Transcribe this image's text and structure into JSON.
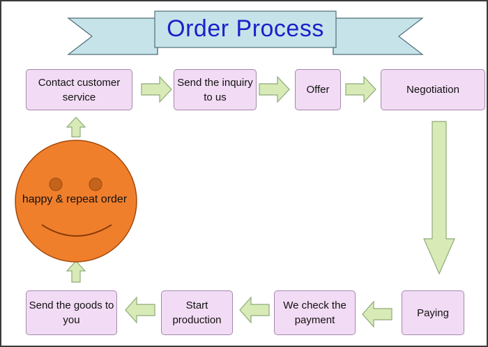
{
  "title": "Order Process",
  "colors": {
    "banner": "#c6e3ea",
    "node_fill": "#f2dbf4",
    "node_border": "#a488ac",
    "arrow_fill": "#d8ebb7",
    "arrow_stroke": "#8ea978",
    "smiley_fill": "#f07f2c",
    "title_text": "#1a21c9"
  },
  "smiley": {
    "label": "happy & repeat order",
    "icon": "smiley-face-icon"
  },
  "steps": [
    {
      "id": "contact",
      "label": "Contact customer service"
    },
    {
      "id": "inquiry",
      "label": "Send the inquiry to us"
    },
    {
      "id": "offer",
      "label": "Offer"
    },
    {
      "id": "negotiation",
      "label": "Negotiation"
    },
    {
      "id": "paying",
      "label": "Paying"
    },
    {
      "id": "check-payment",
      "label": "We check the payment"
    },
    {
      "id": "production",
      "label": "Start production"
    },
    {
      "id": "send-goods",
      "label": "Send the goods to you"
    }
  ]
}
